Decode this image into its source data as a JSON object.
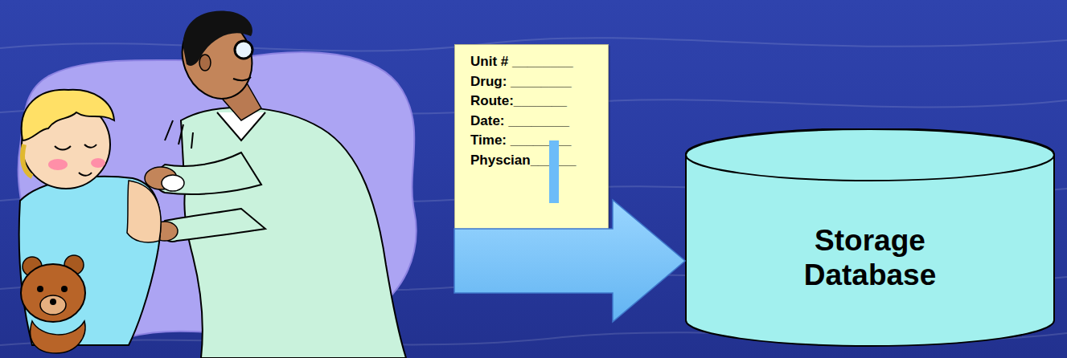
{
  "diagram": {
    "nodes": [
      {
        "text": [
          "Unit # ________",
          "Drug: ________",
          "Route:_______",
          "Date: ________",
          "Time: ________",
          "Physcian______"
        ]
      },
      {
        "text": [
          "Storage Database"
        ]
      }
    ],
    "edges": [
      {
        "from": 0,
        "to": 1,
        "arrow": "to"
      }
    ]
  }
}
